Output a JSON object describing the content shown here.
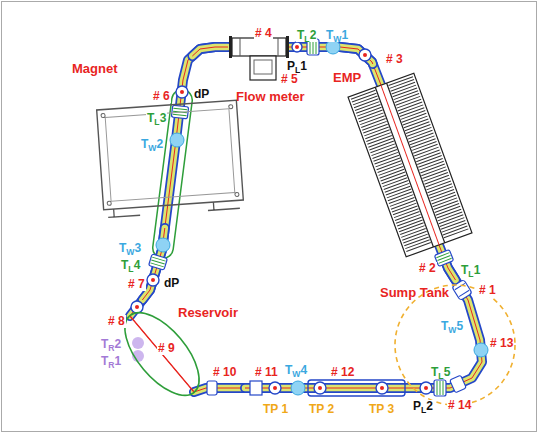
{
  "diagram": {
    "nodes": [
      {
        "text": [
          "Magnet"
        ]
      },
      {
        "text": [
          "Flow meter"
        ]
      },
      {
        "text": [
          "EMP"
        ]
      },
      {
        "text": [
          "Reservoir"
        ]
      },
      {
        "text": [
          "Sump Tank"
        ]
      }
    ],
    "edges": [
      {
        "from": 0,
        "to": 1,
        "arrow": "none"
      },
      {
        "from": 1,
        "to": 2,
        "arrow": "none"
      },
      {
        "from": 2,
        "to": 4,
        "arrow": "none"
      },
      {
        "from": 4,
        "to": 3,
        "arrow": "none"
      },
      {
        "from": 3,
        "to": 0,
        "arrow": "none"
      }
    ],
    "labels": [
      "# 4",
      "TL2",
      "TW1",
      "PL1",
      "# 5",
      "# 3",
      "# 6",
      "dP",
      "TL3",
      "TW2",
      "TW3",
      "TL4",
      "# 7",
      "dP",
      "# 8",
      "TR2",
      "# 9",
      "TR1",
      "# 10",
      "# 11",
      "TW4",
      "# 12",
      "TP 1",
      "TP 2",
      "TP 3",
      "PL2",
      "TL5",
      "# 14",
      "# 1",
      "# 2",
      "TL1",
      "TW5",
      "# 13"
    ]
  }
}
